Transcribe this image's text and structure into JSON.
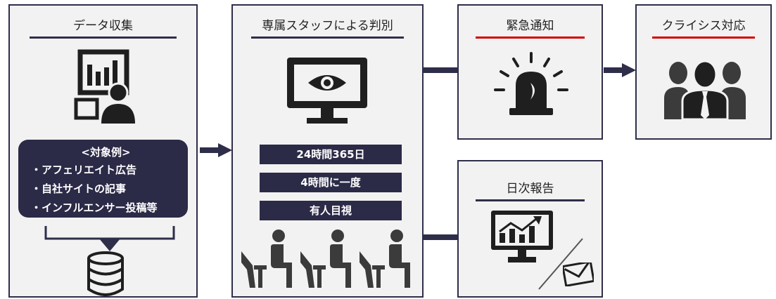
{
  "colors": {
    "navy": "#2e2e4a",
    "panel": "#2b2a47",
    "box_bg": "#f2f2f2",
    "accent_red": "#d40000",
    "icon_dark": "#1f1f1f",
    "icon_gray": "#3b3b3b"
  },
  "data_collection": {
    "title": "データ収集",
    "examples_heading": "<対象例>",
    "examples": [
      "・アフェリエイト広告",
      "・自社サイトの記事",
      "・インフルエンサー投稿等"
    ],
    "icons": [
      "analyst-dashboard-icon",
      "database-icon"
    ]
  },
  "screening": {
    "title": "専属スタッフによる判別",
    "badges": [
      "24時間365日",
      "4時間に一度",
      "有人目視"
    ],
    "icons": [
      "monitor-eye-icon",
      "staff-at-desk-icon"
    ]
  },
  "alert": {
    "title": "緊急通知",
    "icons": [
      "siren-icon"
    ]
  },
  "crisis": {
    "title": "クライシス対応",
    "icons": [
      "team-icon"
    ]
  },
  "daily_report": {
    "title": "日次報告",
    "icons": [
      "report-chart-monitor-icon",
      "mail-icon"
    ]
  }
}
